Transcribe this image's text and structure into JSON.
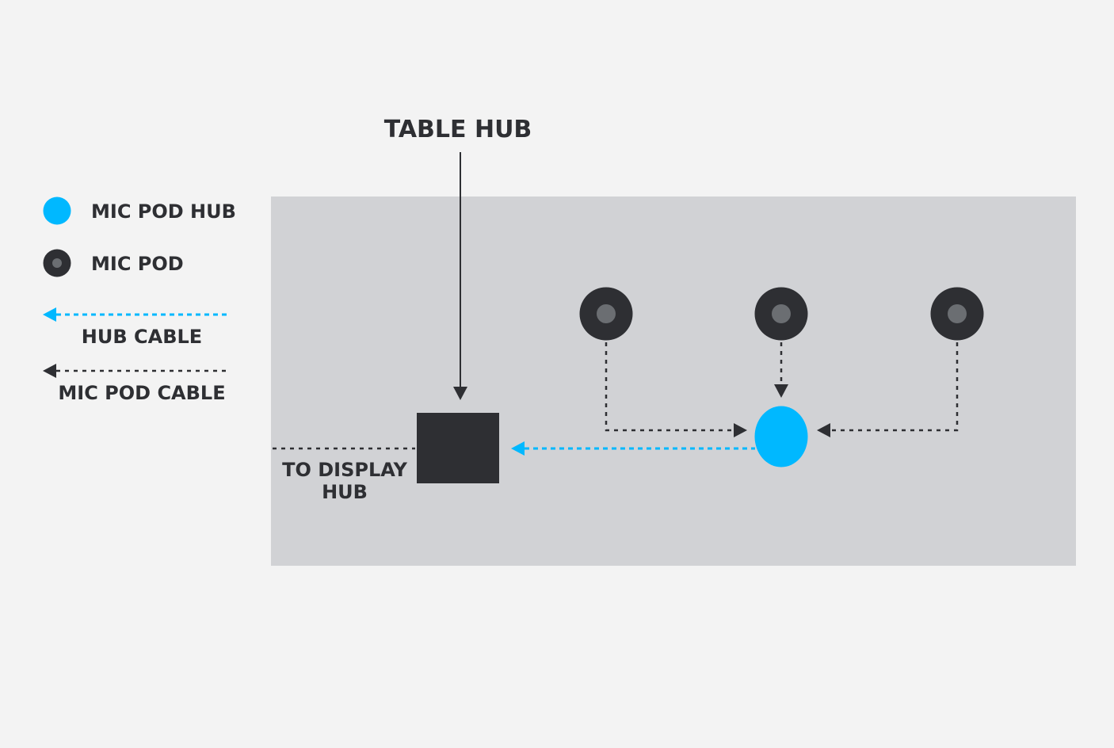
{
  "title": "TABLE HUB",
  "legend": {
    "mic_pod_hub": "MIC POD HUB",
    "mic_pod": "MIC POD",
    "hub_cable": "HUB CABLE",
    "mic_pod_cable": "MIC POD CABLE"
  },
  "display_label": {
    "line1": "TO DISPLAY",
    "line2": "HUB"
  },
  "colors": {
    "page_background": "#f3f3f3",
    "table_surface": "#d1d2d5",
    "dark": "#2e2f33",
    "mic_pod_center": "#6b6e72",
    "hub_blue": "#00b8ff"
  }
}
